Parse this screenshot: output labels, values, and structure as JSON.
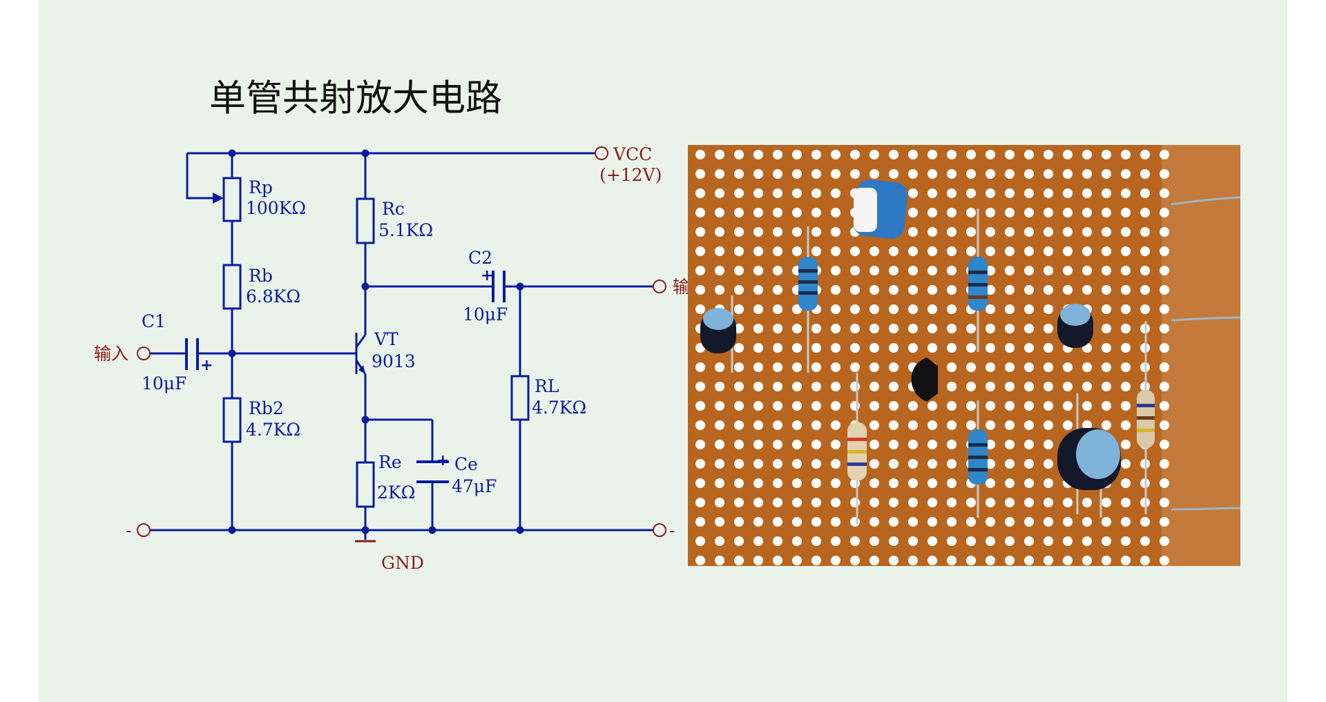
{
  "slide": {
    "title": "单管共射放大电路"
  },
  "schematic": {
    "colors": {
      "wire": "#0a1a9c",
      "label": "#0a1a9c",
      "terminal_label": "#8b1a1a",
      "gnd": "#8b1a1a"
    },
    "terminals": {
      "vcc": "VCC",
      "vcc_value": "(+12V)",
      "input": "输入",
      "output": "输出",
      "input_minus": "-",
      "output_minus": "-",
      "gnd": "GND"
    },
    "components": {
      "rp": {
        "name": "Rp",
        "value": "100KΩ"
      },
      "rb": {
        "name": "Rb",
        "value": "6.8KΩ"
      },
      "rb2": {
        "name": "Rb2",
        "value": "4.7KΩ"
      },
      "rc": {
        "name": "Rc",
        "value": "5.1KΩ"
      },
      "re": {
        "name": "Re",
        "value": "2KΩ"
      },
      "rl": {
        "name": "RL",
        "value": "4.7KΩ"
      },
      "c1": {
        "name": "C1",
        "value": "10μF"
      },
      "c2": {
        "name": "C2",
        "value": "10μF"
      },
      "ce": {
        "name": "Ce",
        "value": "47μF"
      },
      "vt": {
        "name": "VT",
        "value": "9013"
      }
    },
    "polarity_mark": "+"
  },
  "board_photo": {
    "colors": {
      "board": "#b8661f",
      "hole": "#ffffff",
      "resistor": "#2f86c9",
      "capacitor": "#13182a",
      "capacitor_top": "#7fb3d9",
      "trimmer": "#2f78c4",
      "transistor": "#121212",
      "lead_wire": "#9fb6c8"
    }
  }
}
